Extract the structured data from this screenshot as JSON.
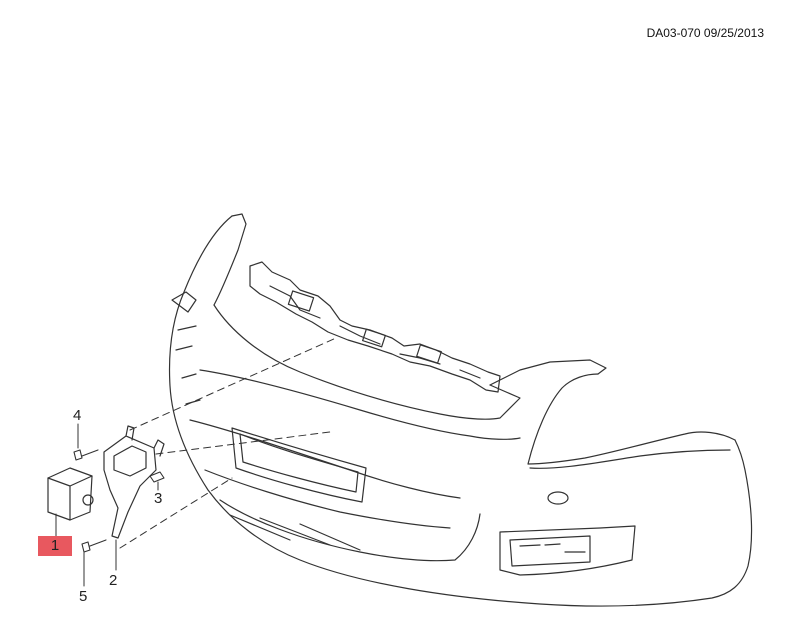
{
  "header": {
    "doc_id": "DA03-070 09/25/2013"
  },
  "callouts": [
    {
      "label": "1",
      "part": "module"
    },
    {
      "label": "2",
      "part": "bracket"
    },
    {
      "label": "3",
      "part": "screw"
    },
    {
      "label": "4",
      "part": "bolt"
    },
    {
      "label": "5",
      "part": "bolt"
    }
  ],
  "highlight": {
    "callout": "1",
    "color": "#e8585f"
  }
}
